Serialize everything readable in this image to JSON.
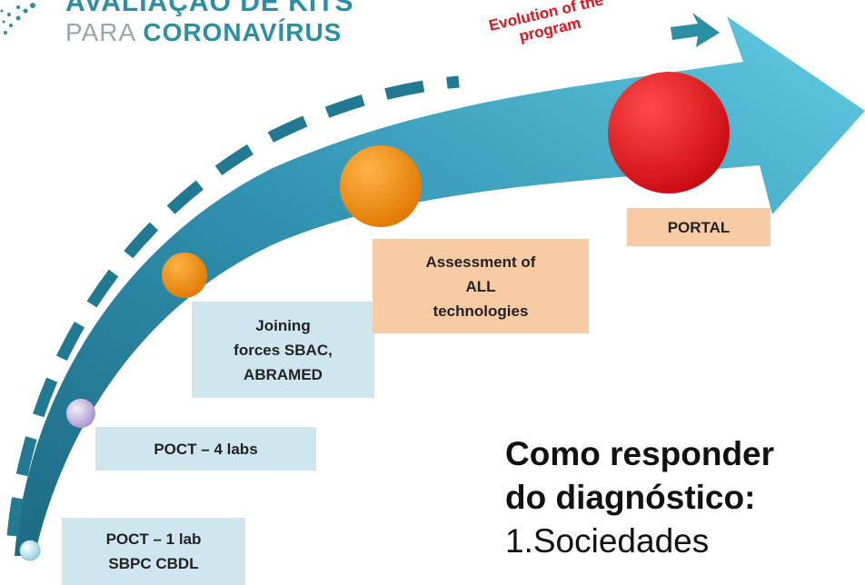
{
  "header": {
    "line1": "AVALIAÇÃO DE KITS",
    "line2_light": "PARA ",
    "line2_bold": "CORONAVÍRUS"
  },
  "annotation": {
    "evolution": "Evolution of the\nprogram"
  },
  "stages": [
    {
      "id": "poct1",
      "label": "POCT – 1 lab\nSBPC CBDL",
      "marker_color": "#bfe6ef"
    },
    {
      "id": "poct4",
      "label": "POCT –  4 labs",
      "marker_color": "#c7b8de"
    },
    {
      "id": "joining",
      "label": "Joining\nforces SBAC,\nABRAMED",
      "marker_color": "#f08a12"
    },
    {
      "id": "assess",
      "label": "Assessment of\nALL\ntechnologies",
      "marker_color": "#f08a12"
    },
    {
      "id": "portal",
      "label": "PORTAL",
      "marker_color": "#e3131b"
    }
  ],
  "body_text": {
    "line1": "Como responder",
    "line2": "do diagnóstico:",
    "line3": "1.Sociedades"
  },
  "colors": {
    "arrow_dark": "#1f6e87",
    "arrow_light": "#59c6e0",
    "dash": "#217a91",
    "header_teal": "#2a8fa1",
    "box_blue": "#cfe6ee",
    "box_peach": "#f9cba5",
    "evolution_red": "#e8101a"
  }
}
